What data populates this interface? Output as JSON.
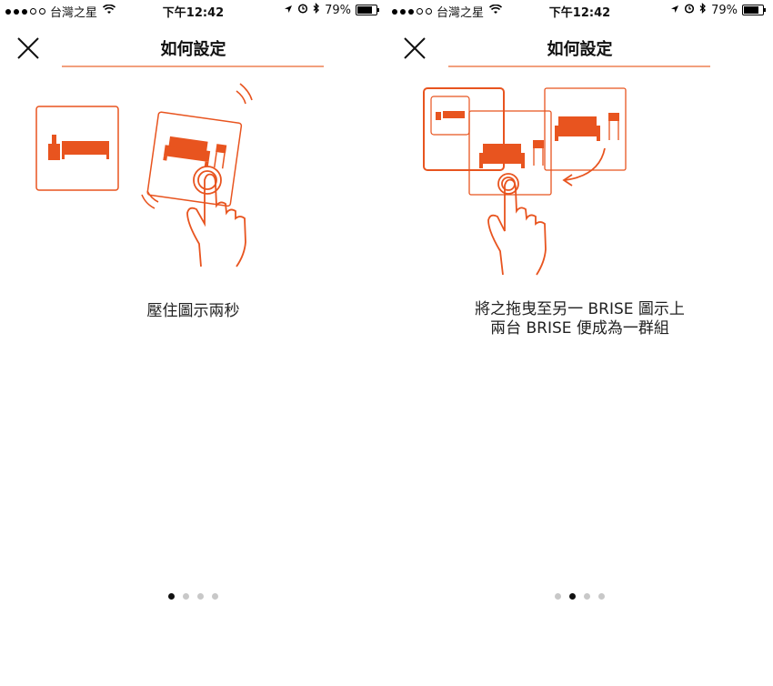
{
  "colors": {
    "accent": "#e8541f",
    "line": "#f2a07e",
    "dot_inactive": "#c8c8c8",
    "dot_active": "#111111"
  },
  "screens": [
    {
      "status": {
        "carrier": "台灣之星",
        "time": "下午12:42",
        "battery": "79%"
      },
      "header": {
        "title": "如何設定",
        "close_icon": "close-icon"
      },
      "caption": [
        "壓住圖示兩秒"
      ],
      "pager": {
        "count": 4,
        "active": 0
      }
    },
    {
      "status": {
        "carrier": "台灣之星",
        "time": "下午12:42",
        "battery": "79%"
      },
      "header": {
        "title": "如何設定",
        "close_icon": "close-icon"
      },
      "caption": [
        "將之拖曳至另一 BRISE 圖示上",
        "兩台 BRISE 便成為一群組"
      ],
      "pager": {
        "count": 4,
        "active": 1
      }
    }
  ]
}
